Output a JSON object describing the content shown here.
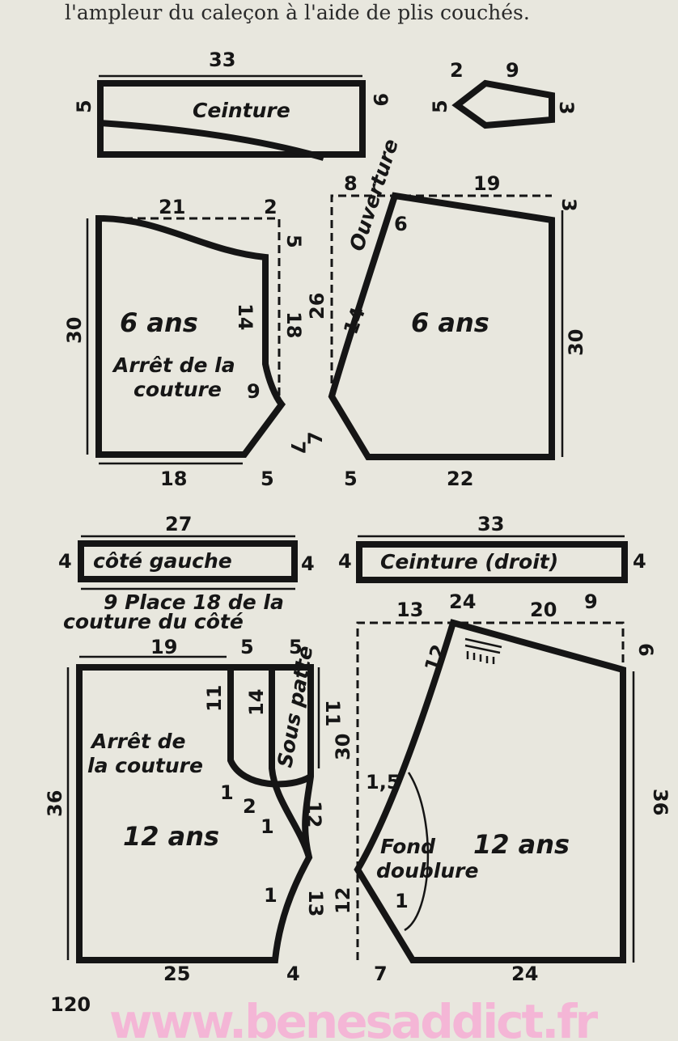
{
  "header_text": "l'ampleur du caleçon à l'aide de plis couchés.",
  "page_number": "120",
  "watermark": "www.benesaddict.fr",
  "ceinture_top": {
    "width": "33",
    "height": "5",
    "label": "Ceinture",
    "side": "9"
  },
  "small_piece": {
    "a": "2",
    "b": "9",
    "c": "5",
    "d": "3"
  },
  "front_6ans": {
    "top": "21",
    "top_right": "2",
    "drop": "5",
    "height": "30",
    "title": "6 ans",
    "inner": "14",
    "side": "18",
    "note1": "Arrêt de la",
    "note2": "couture",
    "curve": "9",
    "bottom": "18",
    "bottom_right": "5",
    "crotch": "7"
  },
  "back_6ans": {
    "top_left": "8",
    "top": "19",
    "drop": "3",
    "opening": "Ouverture",
    "slit": "6",
    "height_left": "26",
    "inner": "14",
    "title": "6 ans",
    "height": "30",
    "crotch": "7",
    "bottom_left": "5",
    "bottom": "22"
  },
  "cote_gauche": {
    "width": "27",
    "label": "côté gauche",
    "left": "4",
    "right": "4",
    "note1": "9 Place  18 de la",
    "note2": "couture du côté"
  },
  "ceinture_droit": {
    "width": "33",
    "label": "Ceinture (droit)",
    "left": "4",
    "right": "4"
  },
  "front_12ans": {
    "top": "19",
    "top_mid": "5",
    "top_right": "5",
    "inner_left": "11",
    "inner_mid": "14",
    "patte": "Sous patte",
    "side_right": "11",
    "note1": "Arrêt de",
    "note2": "la couture",
    "m1": "1",
    "m2": "2",
    "m3": "1",
    "m4": "12",
    "height": "36",
    "title": "12 ans",
    "m5": "1",
    "side_low": "13",
    "bottom": "25",
    "bottom_right": "4"
  },
  "back_12ans": {
    "top_left": "13",
    "top_mid": "24",
    "top_right": "20",
    "top_far": "9",
    "drop": "6",
    "seam": "12",
    "height_left": "30",
    "curve": "1,5",
    "note1": "Fond",
    "note2": "doublure",
    "low_left": "12",
    "m1": "1",
    "title": "12 ans",
    "height": "36",
    "bottom_left": "7",
    "bottom": "24"
  }
}
